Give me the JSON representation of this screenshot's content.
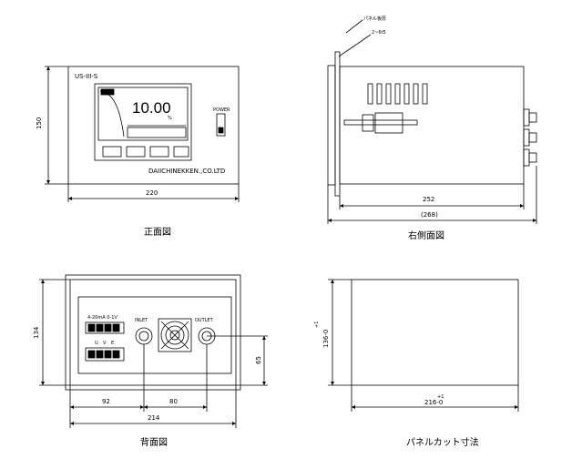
{
  "front": {
    "model": "US-III-S",
    "display_value": "10.00",
    "display_unit": "%",
    "power_label": "POWER",
    "maker": "DAIICHINEKKEN.,CO.LTD",
    "width": "220",
    "height": "150",
    "caption": "正面図"
  },
  "side": {
    "annotation_line1": "パネル板厚",
    "annotation_line2": "2~6t5",
    "depth": "252",
    "total": "(268)",
    "caption": "右側面図"
  },
  "back": {
    "inlet": "INLET",
    "outlet": "OUTLET",
    "terminal_label": "4-20mA 0-1V",
    "phase_labels": [
      "U",
      "V",
      "E"
    ],
    "dim_height": "134",
    "dim_left": "92",
    "dim_mid": "80",
    "dim_width": "214",
    "dim_port": "65",
    "caption": "背面図"
  },
  "cutout": {
    "height": "136-0",
    "height_tol": "+1",
    "width": "216-0",
    "width_tol": "+1",
    "caption": "パネルカット寸法"
  }
}
